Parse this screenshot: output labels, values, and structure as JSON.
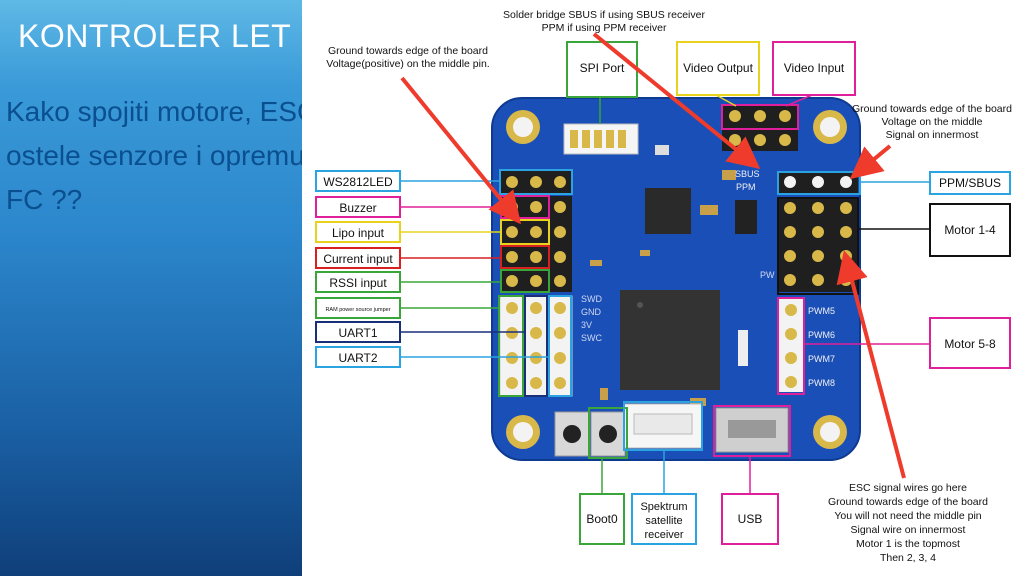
{
  "slide": {
    "title": "KONTROLER LET",
    "body": "Kako spojiti motore, ESC, i ostele senzore i opremu na FC ??"
  },
  "diagram": {
    "notes": {
      "solder_bridge": [
        "Solder bridge SBUS if using SBUS receiver",
        "PPM if using PPM receiver"
      ],
      "ground_left": [
        "Ground towards edge of the board",
        "Voltage(positive) on the middle pin."
      ],
      "ground_right": [
        "Ground towards edge of the board",
        "Voltage on the middle",
        "Signal on innermost"
      ],
      "esc": [
        "ESC signal wires go here",
        "Ground towards edge of the board",
        "You will not need the middle pin",
        "Signal wire on innermost",
        "Motor 1 is the topmost",
        "Then 2, 3, 4"
      ]
    },
    "labels": {
      "spi_port": "SPI Port",
      "video_output": "Video Output",
      "video_input": "Video Input",
      "ws2812": "WS2812LED",
      "buzzer": "Buzzer",
      "lipo": "Lipo input",
      "current": "Current input",
      "rssi": "RSSI input",
      "ram_jumper": "RAM power source jumper",
      "uart1": "UART1",
      "uart2": "UART2",
      "ppm_sbus": "PPM/SBUS",
      "motor14": "Motor 1-4",
      "motor58": "Motor 5-8",
      "boot0": "Boot0",
      "spektrum": [
        "Spektrum",
        "satellite",
        "receiver"
      ],
      "usb": "USB"
    },
    "silkscreen": {
      "sbus": "SBUS",
      "ppm": "PPM",
      "swd": [
        "SWD",
        "GND",
        "3V",
        "SWC"
      ],
      "pwm": [
        "PWM5",
        "PWM6",
        "PWM7",
        "PWM8"
      ],
      "pw": "PW"
    },
    "colors": {
      "green": "#3aa63a",
      "yellow": "#e8d21e",
      "magenta": "#e0209a",
      "cyan": "#2aa3e0",
      "red": "#d82020",
      "navy": "#1a2f7a",
      "black": "#111111",
      "board": "#1a4fb8",
      "arrow": "#ef3b2c"
    }
  }
}
